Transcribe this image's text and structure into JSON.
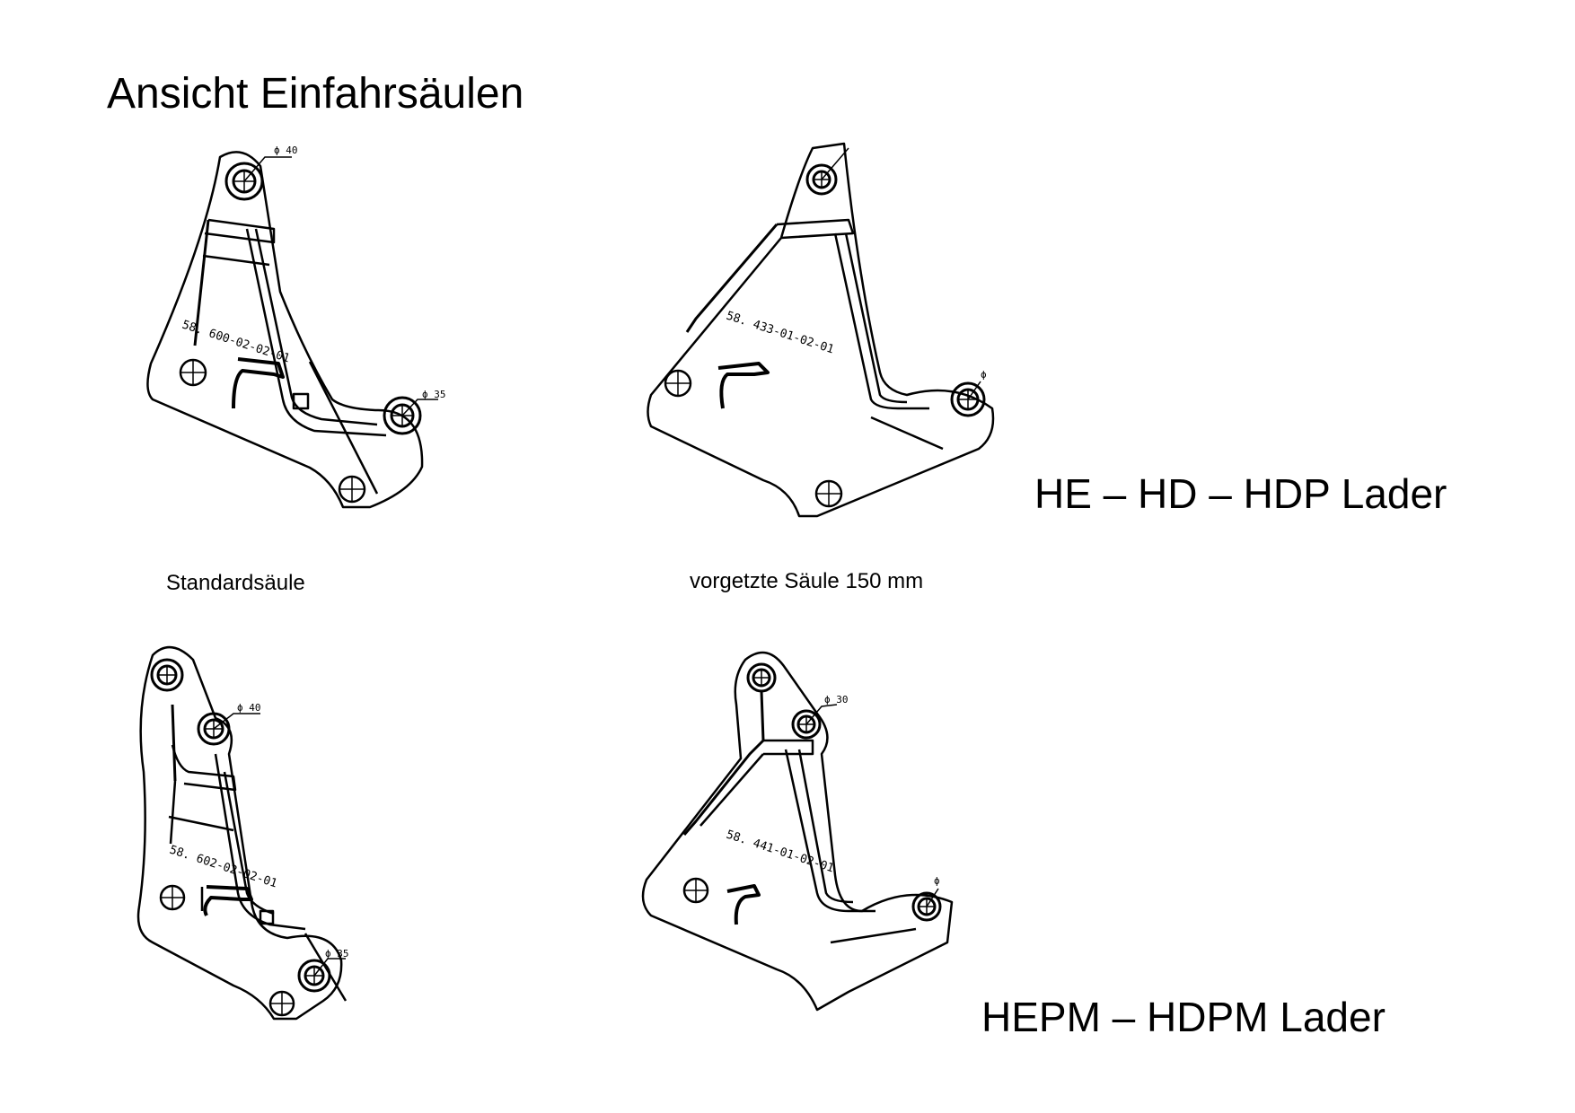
{
  "page": {
    "title": "Ansicht Einfahrsäulen"
  },
  "groups": [
    {
      "label": "HE – HD – HDP  Lader"
    },
    {
      "label": "HEPM – HDPM Lader"
    }
  ],
  "captions": {
    "standard": "Standardsäule",
    "offset": "vorgetzte Säule 150 mm"
  },
  "drawings": [
    {
      "part_number": "58. 600-02-02-01",
      "dim_top": "ϕ 40",
      "dim_side": "ϕ 35"
    },
    {
      "part_number": "58. 433-01-02-01",
      "dim_side": "ϕ"
    },
    {
      "part_number": "58. 602-02-02-01",
      "dim_top": "ϕ 40",
      "dim_side": "ϕ 35"
    },
    {
      "part_number": "58. 441-01-02-01",
      "dim_top": "ϕ 30",
      "dim_side": "ϕ"
    }
  ]
}
